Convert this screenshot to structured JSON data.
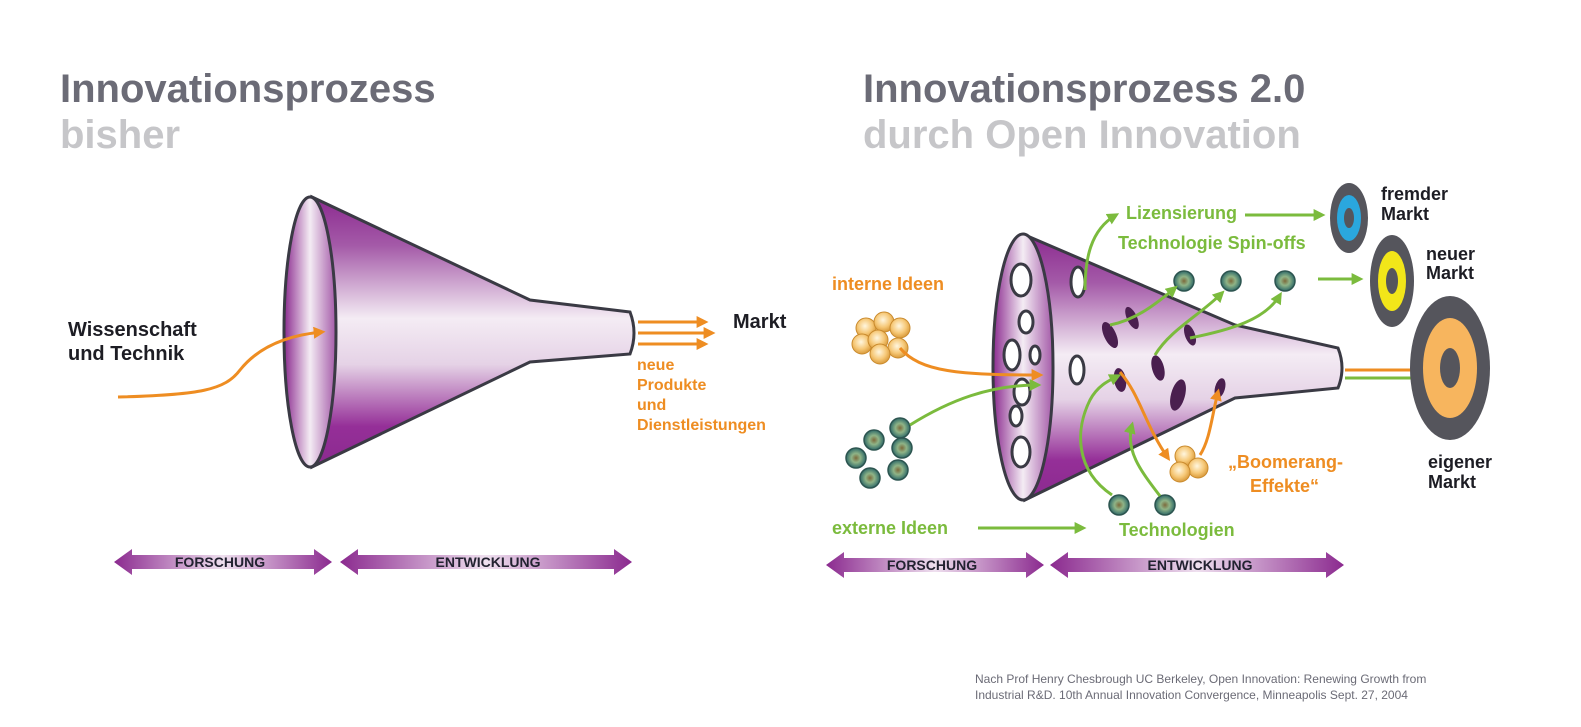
{
  "left": {
    "title": "Innovationsprozess",
    "subtitle": "bisher",
    "input_label_1": "Wissenschaft",
    "input_label_2": "und Technik",
    "output_label": "Markt",
    "output_sub_1": "neue",
    "output_sub_2": "Produkte",
    "output_sub_3": "und",
    "output_sub_4": "Dienstleistungen",
    "phase_1": "FORSCHUNG",
    "phase_2": "ENTWICKLUNG"
  },
  "right": {
    "title": "Innovationsprozess 2.0",
    "subtitle": "durch Open Innovation",
    "interne_ideen": "interne Ideen",
    "externe_ideen": "externe Ideen",
    "lizensierung": "Lizensierung",
    "spinoffs": "Technologie Spin-offs",
    "technologien": "Technologien",
    "boomerang_1": "„Boomerang-",
    "boomerang_2": "Effekte“",
    "fremder_1": "fremder",
    "fremder_2": "Markt",
    "neuer_1": "neuer",
    "neuer_2": "Markt",
    "eigener_1": "eigener",
    "eigener_2": "Markt",
    "phase_1": "FORSCHUNG",
    "phase_2": "ENTWICKLUNG"
  },
  "citation": {
    "line_1": "Nach Prof Henry Chesbrough UC Berkeley, Open Innovation: Renewing Growth from",
    "line_2": "Industrial R&D. 10th Annual Innovation Convergence, Minneapolis Sept. 27, 2004"
  },
  "colors": {
    "funnel_purple": "#8b2a8f",
    "funnel_light": "#f2e6f2",
    "orange": "#ee8d22",
    "green": "#7bbb3d",
    "title_dark": "#6b6b76",
    "title_light": "#c6c6c9",
    "target_blue": "#2aa7de",
    "target_yellow": "#f2e619",
    "target_orange": "#f7b55e",
    "target_gray": "#55555c"
  }
}
